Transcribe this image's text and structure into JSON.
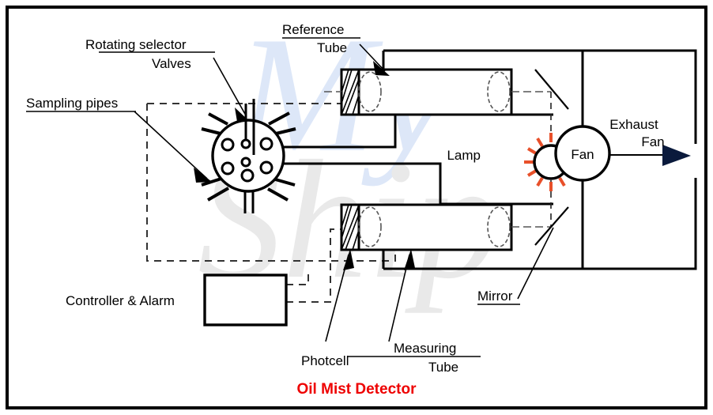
{
  "diagram": {
    "title": "Oil Mist Detector",
    "title_color": "#ee0000",
    "frame_color": "#000000",
    "background": "#ffffff",
    "watermark": {
      "line1": "My",
      "line2": "Ship",
      "color_blue": "#dbe6f7",
      "color_grey": "#e6e6e6"
    },
    "labels": {
      "rotating_selector": "Rotating selector",
      "valves": "Valves",
      "sampling_pipes": "Sampling pipes",
      "reference_tube_line1": "Reference",
      "reference_tube_line2": "Tube",
      "controller_alarm": "Controller & Alarm",
      "photocell": "Photcell",
      "measuring_tube_line1": "Measuring",
      "measuring_tube_line2": "Tube",
      "mirror": "Mirror",
      "lamp": "Lamp",
      "fan": "Fan",
      "exhaust_line1": "Exhaust",
      "exhaust_line2": "Fan"
    },
    "components": {
      "lamp_ray_color": "#e8502a",
      "lamp_body_color": "#000000",
      "valve_port_count": 6,
      "valve_pipe_count": 8,
      "tube_count": 2,
      "mirror_count": 2,
      "photocell_count": 2
    }
  }
}
